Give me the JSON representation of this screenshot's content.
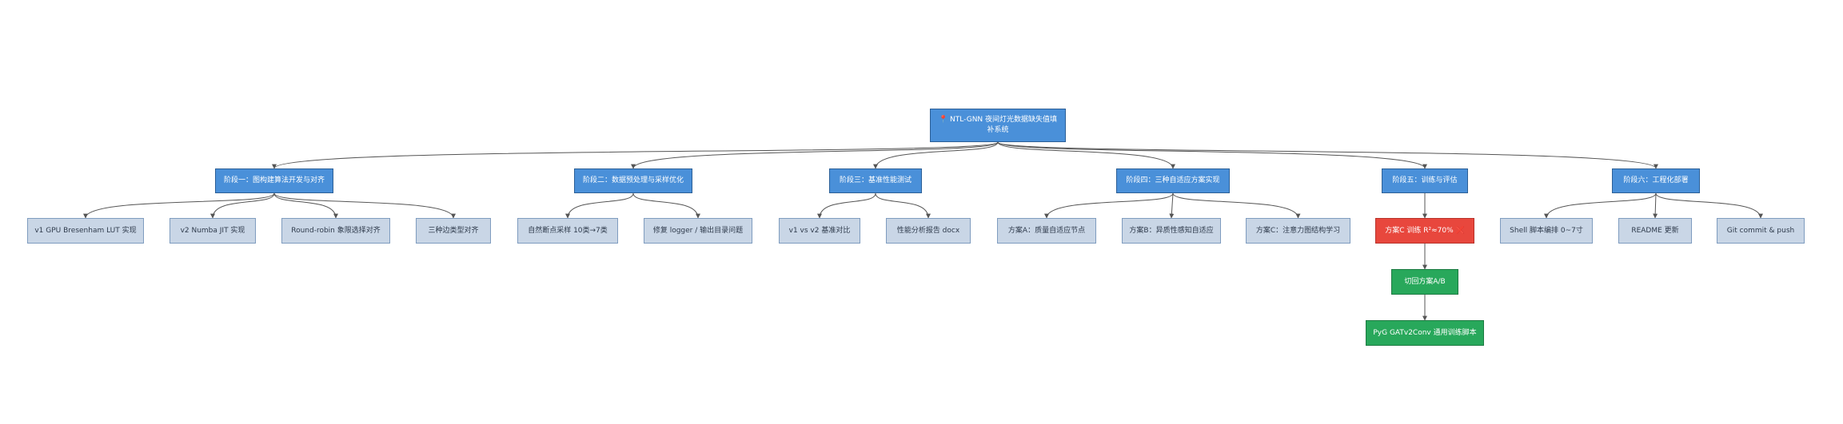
{
  "root": {
    "label": "📍 NTL-GNN 夜间灯光数据缺失值填补系统",
    "color": "#4a90d9"
  },
  "stages": [
    {
      "label": "阶段一：图构建算法开发与对齐",
      "tasks": [
        "v1 GPU Bresenham LUT 实现",
        "v2 Numba JIT 实现",
        "Round-robin 象限选择对齐",
        "三种边类型对齐"
      ]
    },
    {
      "label": "阶段二：数据预处理与采样优化",
      "tasks": [
        "自然断点采样 10类→7类",
        "修复 logger / 输出目录问题"
      ]
    },
    {
      "label": "阶段三：基准性能测试",
      "tasks": [
        "v1 vs v2 基准对比",
        "性能分析报告 docx"
      ]
    },
    {
      "label": "阶段四：三种自适应方案实现",
      "tasks": [
        "方案A：质量自适应节点",
        "方案B：异质性感知自适应",
        "方案C：注意力图结构学习"
      ]
    },
    {
      "label": "阶段五：训练与评估",
      "tasks": [
        "方案C 训练 R²≈70% ❌",
        "切回方案A/B",
        "PyG GATv2Conv 通用训练脚本"
      ]
    },
    {
      "label": "阶段六：工程化部署",
      "tasks": [
        "Shell 脚本编排 0~7寸",
        "README 更新",
        "Git commit & push"
      ]
    }
  ],
  "colors": {
    "node_blue": "#4a90d9",
    "task_gray_blue": "#c9d6e6",
    "alert_red": "#e8473d",
    "success_green": "#28a85b",
    "edge": "#555555"
  }
}
